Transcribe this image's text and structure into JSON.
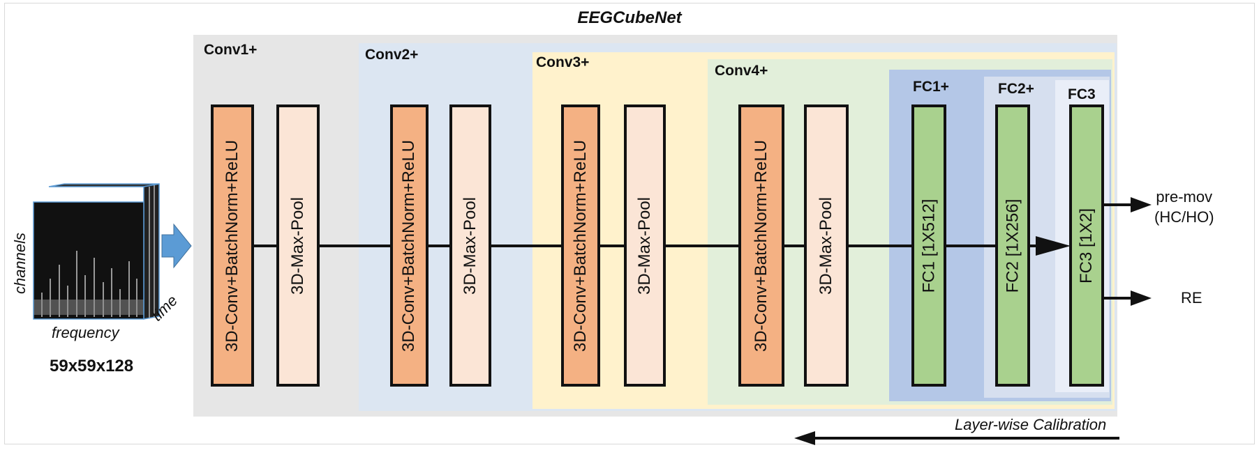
{
  "title": "EEGCubeNet",
  "input": {
    "axis_channels": "channels",
    "axis_frequency": "frequency",
    "axis_time": "time",
    "size": "59x59x128"
  },
  "stages": [
    {
      "label": "Conv1+",
      "blocks": [
        "3D-Conv+BatchNorm+ReLU",
        "3D-Max-Pool"
      ]
    },
    {
      "label": "Conv2+",
      "blocks": [
        "3D-Conv+BatchNorm+ReLU",
        "3D-Max-Pool"
      ]
    },
    {
      "label": "Conv3+",
      "blocks": [
        "3D-Conv+BatchNorm+ReLU",
        "3D-Max-Pool"
      ]
    },
    {
      "label": "Conv4+",
      "blocks": [
        "3D-Conv+BatchNorm+ReLU",
        "3D-Max-Pool"
      ]
    },
    {
      "label": "FC1+",
      "blocks": [
        "FC1 [1X512]"
      ]
    },
    {
      "label": "FC2+",
      "blocks": [
        "FC2 [1X256]"
      ]
    },
    {
      "label": "FC3",
      "blocks": [
        "FC3 [1X2]"
      ]
    }
  ],
  "outputs": {
    "premov_line1": "pre-mov",
    "premov_line2": "(HC/HO)",
    "re": "RE"
  },
  "calibration_label": "Layer-wise Calibration",
  "colors": {
    "conv_panel": "#e6e6e6",
    "conv2_panel": "#dce6f2",
    "conv3_panel": "#fff2cc",
    "conv4_panel": "#e2efda",
    "fc1_panel": "#b4c7e7",
    "fc2_panel": "#d6dfef",
    "fc3_panel": "#e9eef8",
    "conv_block": "#f4b183",
    "pool_block": "#fbe5d6",
    "fc_block": "#a9d18e",
    "arrow_in": "#5b9bd5"
  }
}
